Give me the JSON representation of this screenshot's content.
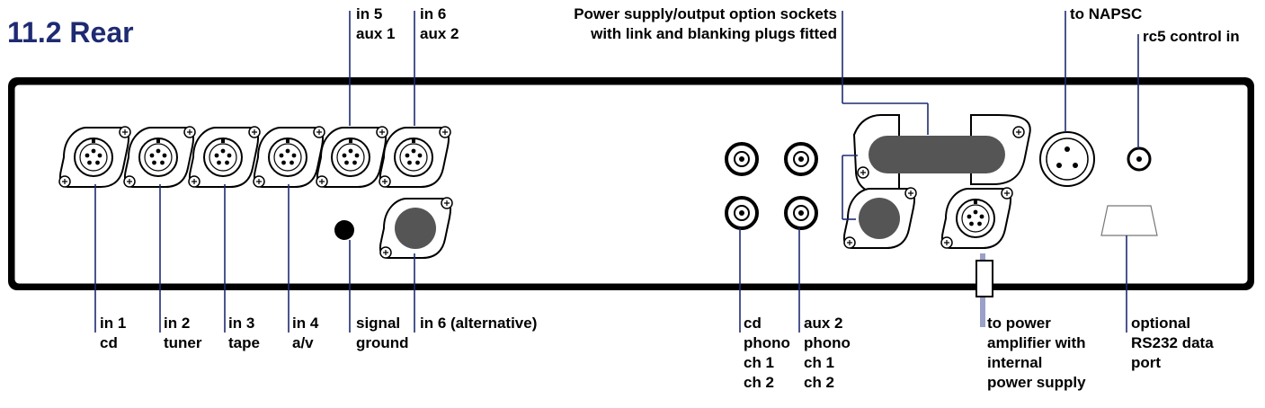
{
  "section_title": "11.2 Rear",
  "top_labels": {
    "in5": [
      "in 5",
      "aux 1"
    ],
    "in6": [
      "in 6",
      "aux 2"
    ],
    "option_sockets": [
      "Power supply/output option sockets",
      "with link and blanking plugs fitted"
    ],
    "napsc": [
      "to NAPSC"
    ],
    "rc5": [
      "rc5 control in"
    ]
  },
  "bottom_labels": {
    "in1": [
      "in 1",
      "cd"
    ],
    "in2": [
      "in 2",
      "tuner"
    ],
    "in3": [
      "in 3",
      "tape"
    ],
    "in4": [
      "in 4",
      "a/v"
    ],
    "signal_ground": [
      "signal",
      "ground"
    ],
    "in6_alt": [
      "in 6 (alternative)"
    ],
    "cd_phono": [
      "cd",
      "phono",
      "ch 1",
      "ch 2"
    ],
    "aux2_phono": [
      "aux 2",
      "phono",
      "ch 1",
      "ch 2"
    ],
    "power_amp": [
      "to power",
      "amplifier with",
      "internal",
      "power supply"
    ],
    "rs232": [
      "optional",
      "RS232 data",
      "port"
    ]
  },
  "colors": {
    "title": "#1e2b72",
    "leader_lines": "#1e2b72",
    "chassis_outline": "#000000",
    "panel_fill": "#ffffff",
    "blanking_plug": "#555555",
    "power_cable": "#9aa0c8"
  }
}
